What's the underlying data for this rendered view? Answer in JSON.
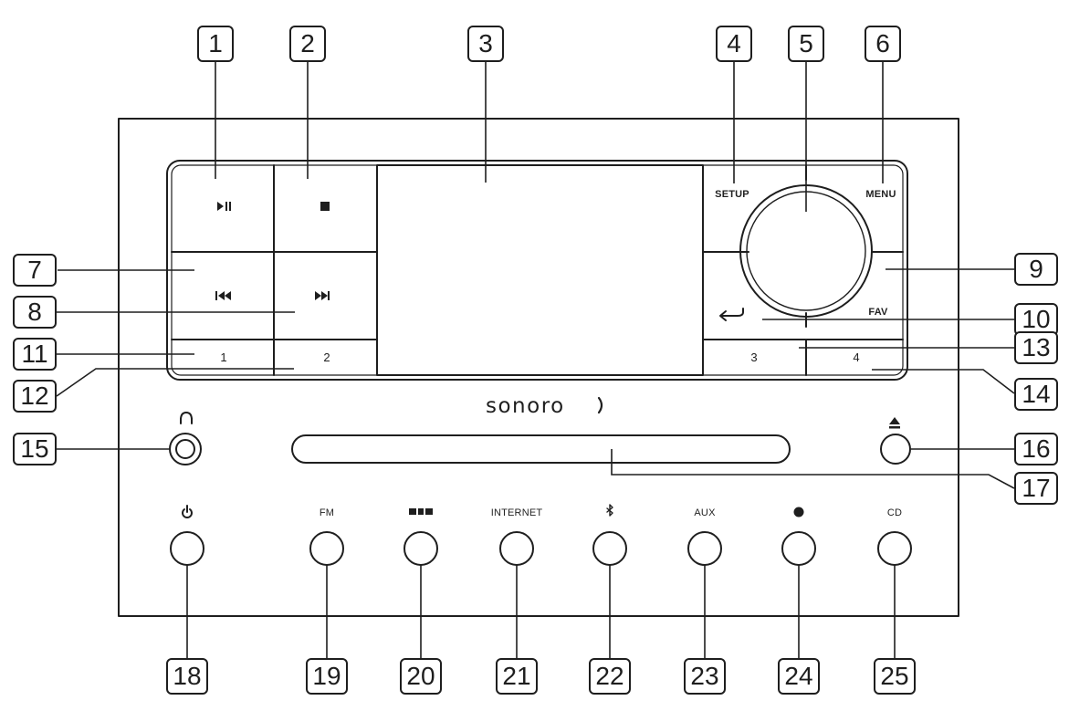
{
  "brand": "sonoro",
  "panel_labels": {
    "setup": "SETUP",
    "menu": "MENU",
    "fav": "FAV",
    "fm": "FM",
    "internet": "INTERNET",
    "aux": "AUX",
    "cd": "CD"
  },
  "preset_keys": [
    "1",
    "2",
    "3",
    "4"
  ],
  "callouts": [
    "1",
    "2",
    "3",
    "4",
    "5",
    "6",
    "7",
    "8",
    "9",
    "10",
    "11",
    "12",
    "13",
    "14",
    "15",
    "16",
    "17",
    "18",
    "19",
    "20",
    "21",
    "22",
    "23",
    "24",
    "25"
  ],
  "colors": {
    "line": "#1e1e1e",
    "background": "#ffffff"
  },
  "icons": {
    "play_pause": "play-pause-icon",
    "stop": "stop-icon",
    "previous": "previous-track-icon",
    "next": "next-track-icon",
    "back": "back-arrow-icon",
    "headphones": "headphones-icon",
    "eject": "eject-icon",
    "power": "power-icon",
    "dab": "dab-icon",
    "bluetooth": "bluetooth-icon",
    "spotify": "spotify-icon"
  }
}
